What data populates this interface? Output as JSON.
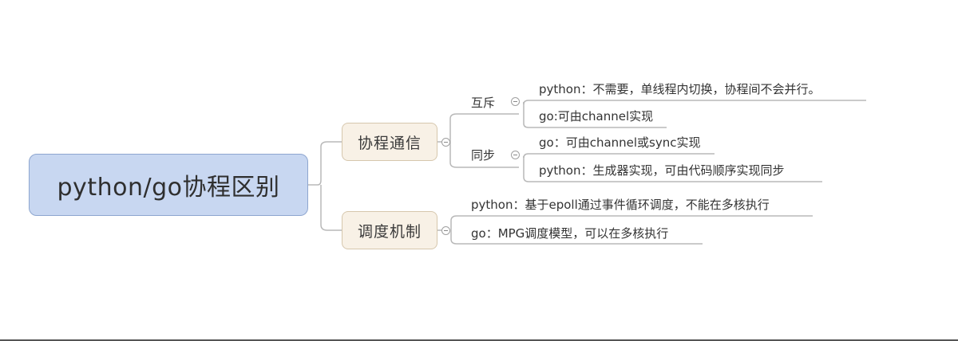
{
  "mindmap": {
    "root": "python/go协程区别",
    "branches": [
      {
        "label": "协程通信",
        "children": [
          {
            "label": "互斥",
            "leaves": [
              "python：不需要，单线程内切换，协程间不会并行。",
              "go:可由channel实现"
            ]
          },
          {
            "label": "同步",
            "leaves": [
              "go：可由channel或sync实现",
              "python：生成器实现，可由代码顺序实现同步"
            ]
          }
        ]
      },
      {
        "label": "调度机制",
        "leaves": [
          "python：基于epoll通过事件循环调度，不能在多核执行",
          "go：MPG调度模型，可以在多核执行"
        ]
      }
    ]
  },
  "colors": {
    "root_fill": "#c8d7f1",
    "root_border": "#8ea6cf",
    "branch_fill": "#f8f1e6",
    "branch_border": "#d6c7ad",
    "line": "#b8b8b8"
  }
}
